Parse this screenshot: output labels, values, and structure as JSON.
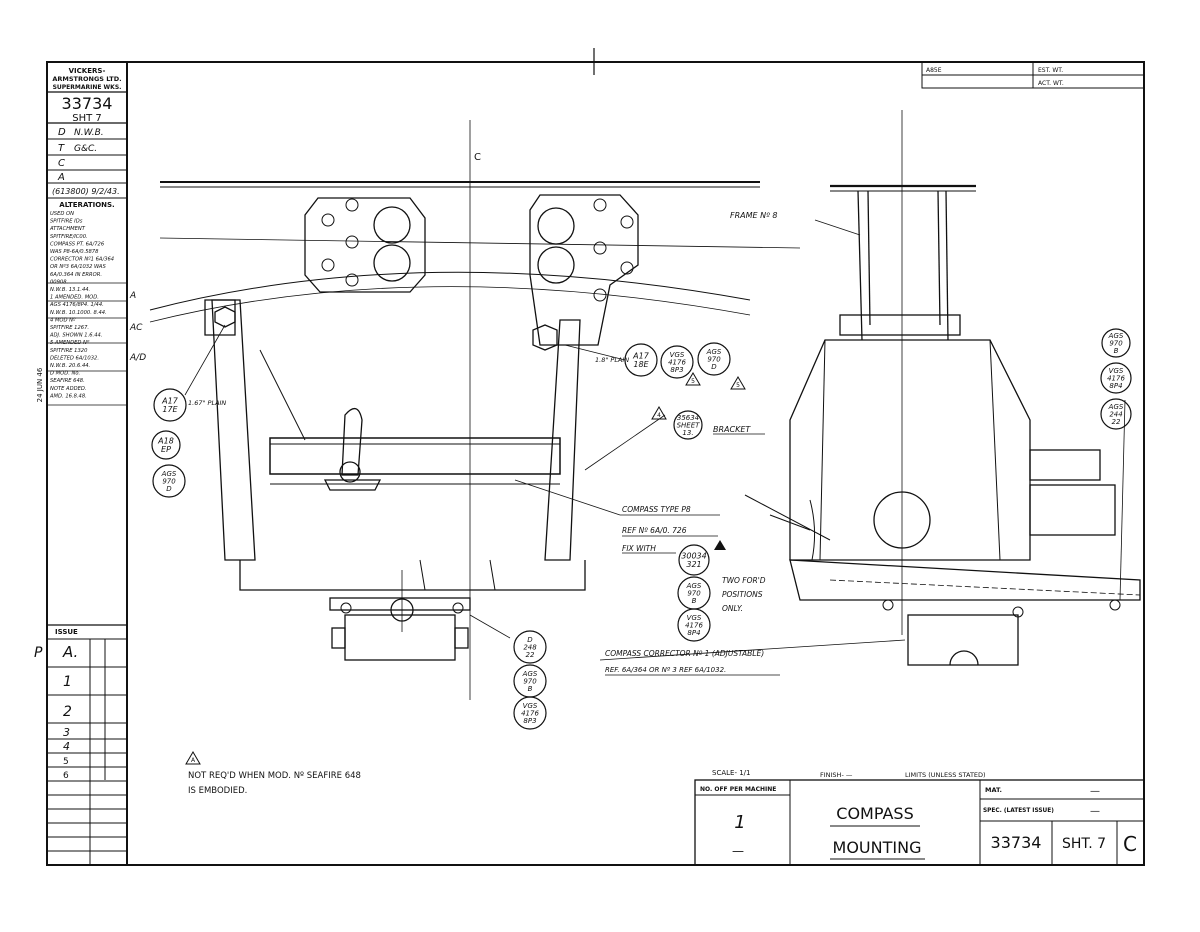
{
  "firm": {
    "line1": "VICKERS-",
    "line2": "ARMSTRONGS LTD.",
    "line3": "SUPERMARINE WKS."
  },
  "drawing": {
    "number": "33734",
    "sheet": "SHT 7"
  },
  "signoffs": [
    {
      "code": "D",
      "value": "N.W.B."
    },
    {
      "code": "T",
      "value": "G&C."
    },
    {
      "code": "C",
      "value": ""
    },
    {
      "code": "A",
      "value": ""
    }
  ],
  "date_ref": "(613800) 9/2/43.",
  "alterations": {
    "heading": "ALTERATIONS.",
    "lines": [
      "USED ON",
      "SPITFIRE IDs",
      "ATTACHMENT",
      "SPITFIRE/IC00.",
      "COMPASS PT. 6A/726",
      "WAS P8-6A/0.5878",
      "CORRECTOR Nº1 6A/364",
      "OR Nº3 6A/1032 WAS",
      "6A/0.364 IN ERROR.",
      "00908.",
      "N.W.B. 13.1.44.",
      "1 AMENDED. MOD.",
      "AGS 4176/8P4. 1/44.",
      "N.W.B. 10.1000. 8.44.",
      "4 MOD Nº",
      "SPITFIRE 1267.",
      "ADJ. SHOWN 1.6.44.",
      "5 AMENDED Nº",
      "SPITFIRE 1320",
      "DELETED 6A/1032.",
      "N.W.B. 20.6.44.",
      "D MOD. No.",
      "SEAFIRE 648.",
      "NOTE ADDED.",
      "AMD. 16.8.48."
    ]
  },
  "stamp": "24 JUN 46",
  "issue": {
    "heading": "ISSUE",
    "rows": [
      "A.",
      "1",
      "2",
      "3",
      "4",
      "5",
      "6"
    ],
    "margin_mark": "P"
  },
  "top_right": {
    "ref_label": "A85E",
    "est": "EST. WT.",
    "act": "ACT. WT."
  },
  "centreline_label": "C",
  "labels": {
    "frame": "FRAME Nº 8",
    "bracket": "BRACKET",
    "compass_type": "COMPASS TYPE P8",
    "compass_ref": "REF Nº 6A/0. 726",
    "fix_with": "FIX WITH",
    "two_positions": [
      "TWO FOR'D",
      "POSITIONS",
      "ONLY."
    ],
    "corrector": "COMPASS CORRECTOR Nº 1 (ADJUSTABLE)",
    "corrector_ref": "REF. 6A/364 OR Nº 3 REF 6A/1032.",
    "plain_left": "1.67\" PLAIN",
    "plain_mid": "1.8\" PLAIN",
    "left_marks": [
      "A",
      "AC",
      "A/D"
    ]
  },
  "callouts": {
    "bracket_ref": [
      "35634",
      "SHEET",
      "13."
    ],
    "a17_17e": [
      "A17",
      "17E"
    ],
    "a18_ep": [
      "A18",
      "EP"
    ],
    "ags970d_left": [
      "AGS",
      "970",
      "D"
    ],
    "a17_18e": [
      "A17",
      "18E"
    ],
    "vgs4176_8p3_top": [
      "VGS",
      "4176",
      "8P3"
    ],
    "ags970d_mid": [
      "AGS",
      "970",
      "D"
    ],
    "fix_30034": [
      "30034",
      "321"
    ],
    "ags970b_fix": [
      "AGS",
      "970",
      "B"
    ],
    "vgs4176_8p4_fix": [
      "VGS",
      "4176",
      "8P4"
    ],
    "d24822": [
      "D",
      "248",
      "22"
    ],
    "ags970b_bottom": [
      "AGS",
      "970",
      "B"
    ],
    "vgs4176_8p3_bottom": [
      "VGS",
      "4176",
      "8P3"
    ],
    "right_ags970b": [
      "AGS",
      "970",
      "B"
    ],
    "right_vgs4176": [
      "VGS",
      "4176",
      "8P4"
    ],
    "right_ags24422": [
      "AGS",
      "244",
      "22"
    ]
  },
  "triangles": [
    "5",
    "5",
    "4"
  ],
  "note": {
    "symbol": "A",
    "line1": "NOT REQ'D WHEN MOD. Nº SEAFIRE 648",
    "line2": "IS EMBODIED."
  },
  "title_block": {
    "scale": "SCALE- 1/1",
    "finish": "FINISH- —",
    "limits": "LIMITS (UNLESS STATED)",
    "no_off": "NO. OFF PER MACHINE",
    "qty": "1",
    "qty2": "—",
    "title1": "COMPASS",
    "title2": "MOUNTING",
    "mat": "MAT.",
    "mat_value": "—",
    "spec": "SPEC. (LATEST ISSUE)",
    "spec_value": "—",
    "number": "33734",
    "sheet": "SHT. 7",
    "issue_letter": "C"
  }
}
